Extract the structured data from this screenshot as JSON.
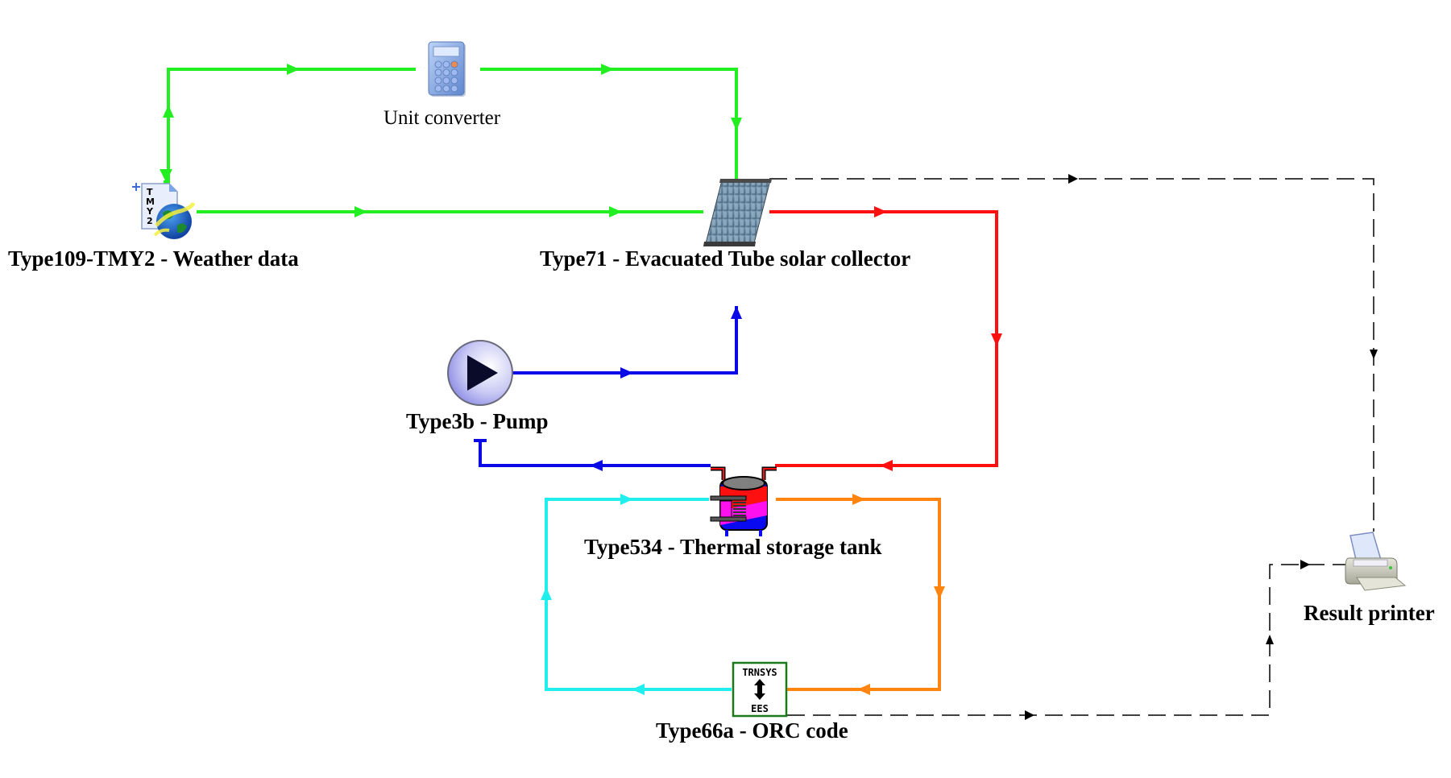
{
  "diagram": {
    "title": "TRNSYS solar ORC system flow diagram",
    "components": {
      "weather": {
        "label": "Type109-TMY2 - Weather data",
        "icon": "weather-data-icon",
        "icon_text": [
          "T",
          "M",
          "Y",
          "2"
        ]
      },
      "converter": {
        "label": "Unit converter",
        "icon": "calculator-icon"
      },
      "collector": {
        "label": "Type71 - Evacuated Tube solar collector",
        "icon": "solar-collector-icon"
      },
      "pump": {
        "label": "Type3b - Pump",
        "icon": "pump-icon"
      },
      "tank": {
        "label": "Type534 - Thermal storage tank",
        "icon": "storage-tank-icon"
      },
      "orc": {
        "label": "Type66a - ORC code",
        "icon": "trnsys-ees-icon",
        "icon_top": "TRNSYS",
        "icon_bottom": "EES"
      },
      "printer": {
        "label": "Result printer",
        "icon": "printer-icon"
      }
    },
    "connections": [
      {
        "from": "weather",
        "to": "converter",
        "color": "#22ee22",
        "style": "solid"
      },
      {
        "from": "converter",
        "to": "collector",
        "color": "#22ee22",
        "style": "solid"
      },
      {
        "from": "weather",
        "to": "collector",
        "color": "#22ee22",
        "style": "solid"
      },
      {
        "from": "collector",
        "to": "tank",
        "color": "#ff1010",
        "style": "solid"
      },
      {
        "from": "tank",
        "to": "pump",
        "color": "#0a0ae6",
        "style": "solid"
      },
      {
        "from": "pump",
        "to": "collector",
        "color": "#0a0ae6",
        "style": "solid"
      },
      {
        "from": "tank",
        "to": "orc",
        "color": "#ff8410",
        "style": "solid"
      },
      {
        "from": "orc",
        "to": "tank",
        "color": "#22eeee",
        "style": "solid"
      },
      {
        "from": "collector",
        "to": "printer",
        "color": "#000000",
        "style": "dashed"
      },
      {
        "from": "orc",
        "to": "printer",
        "color": "#000000",
        "style": "dashed"
      }
    ]
  }
}
